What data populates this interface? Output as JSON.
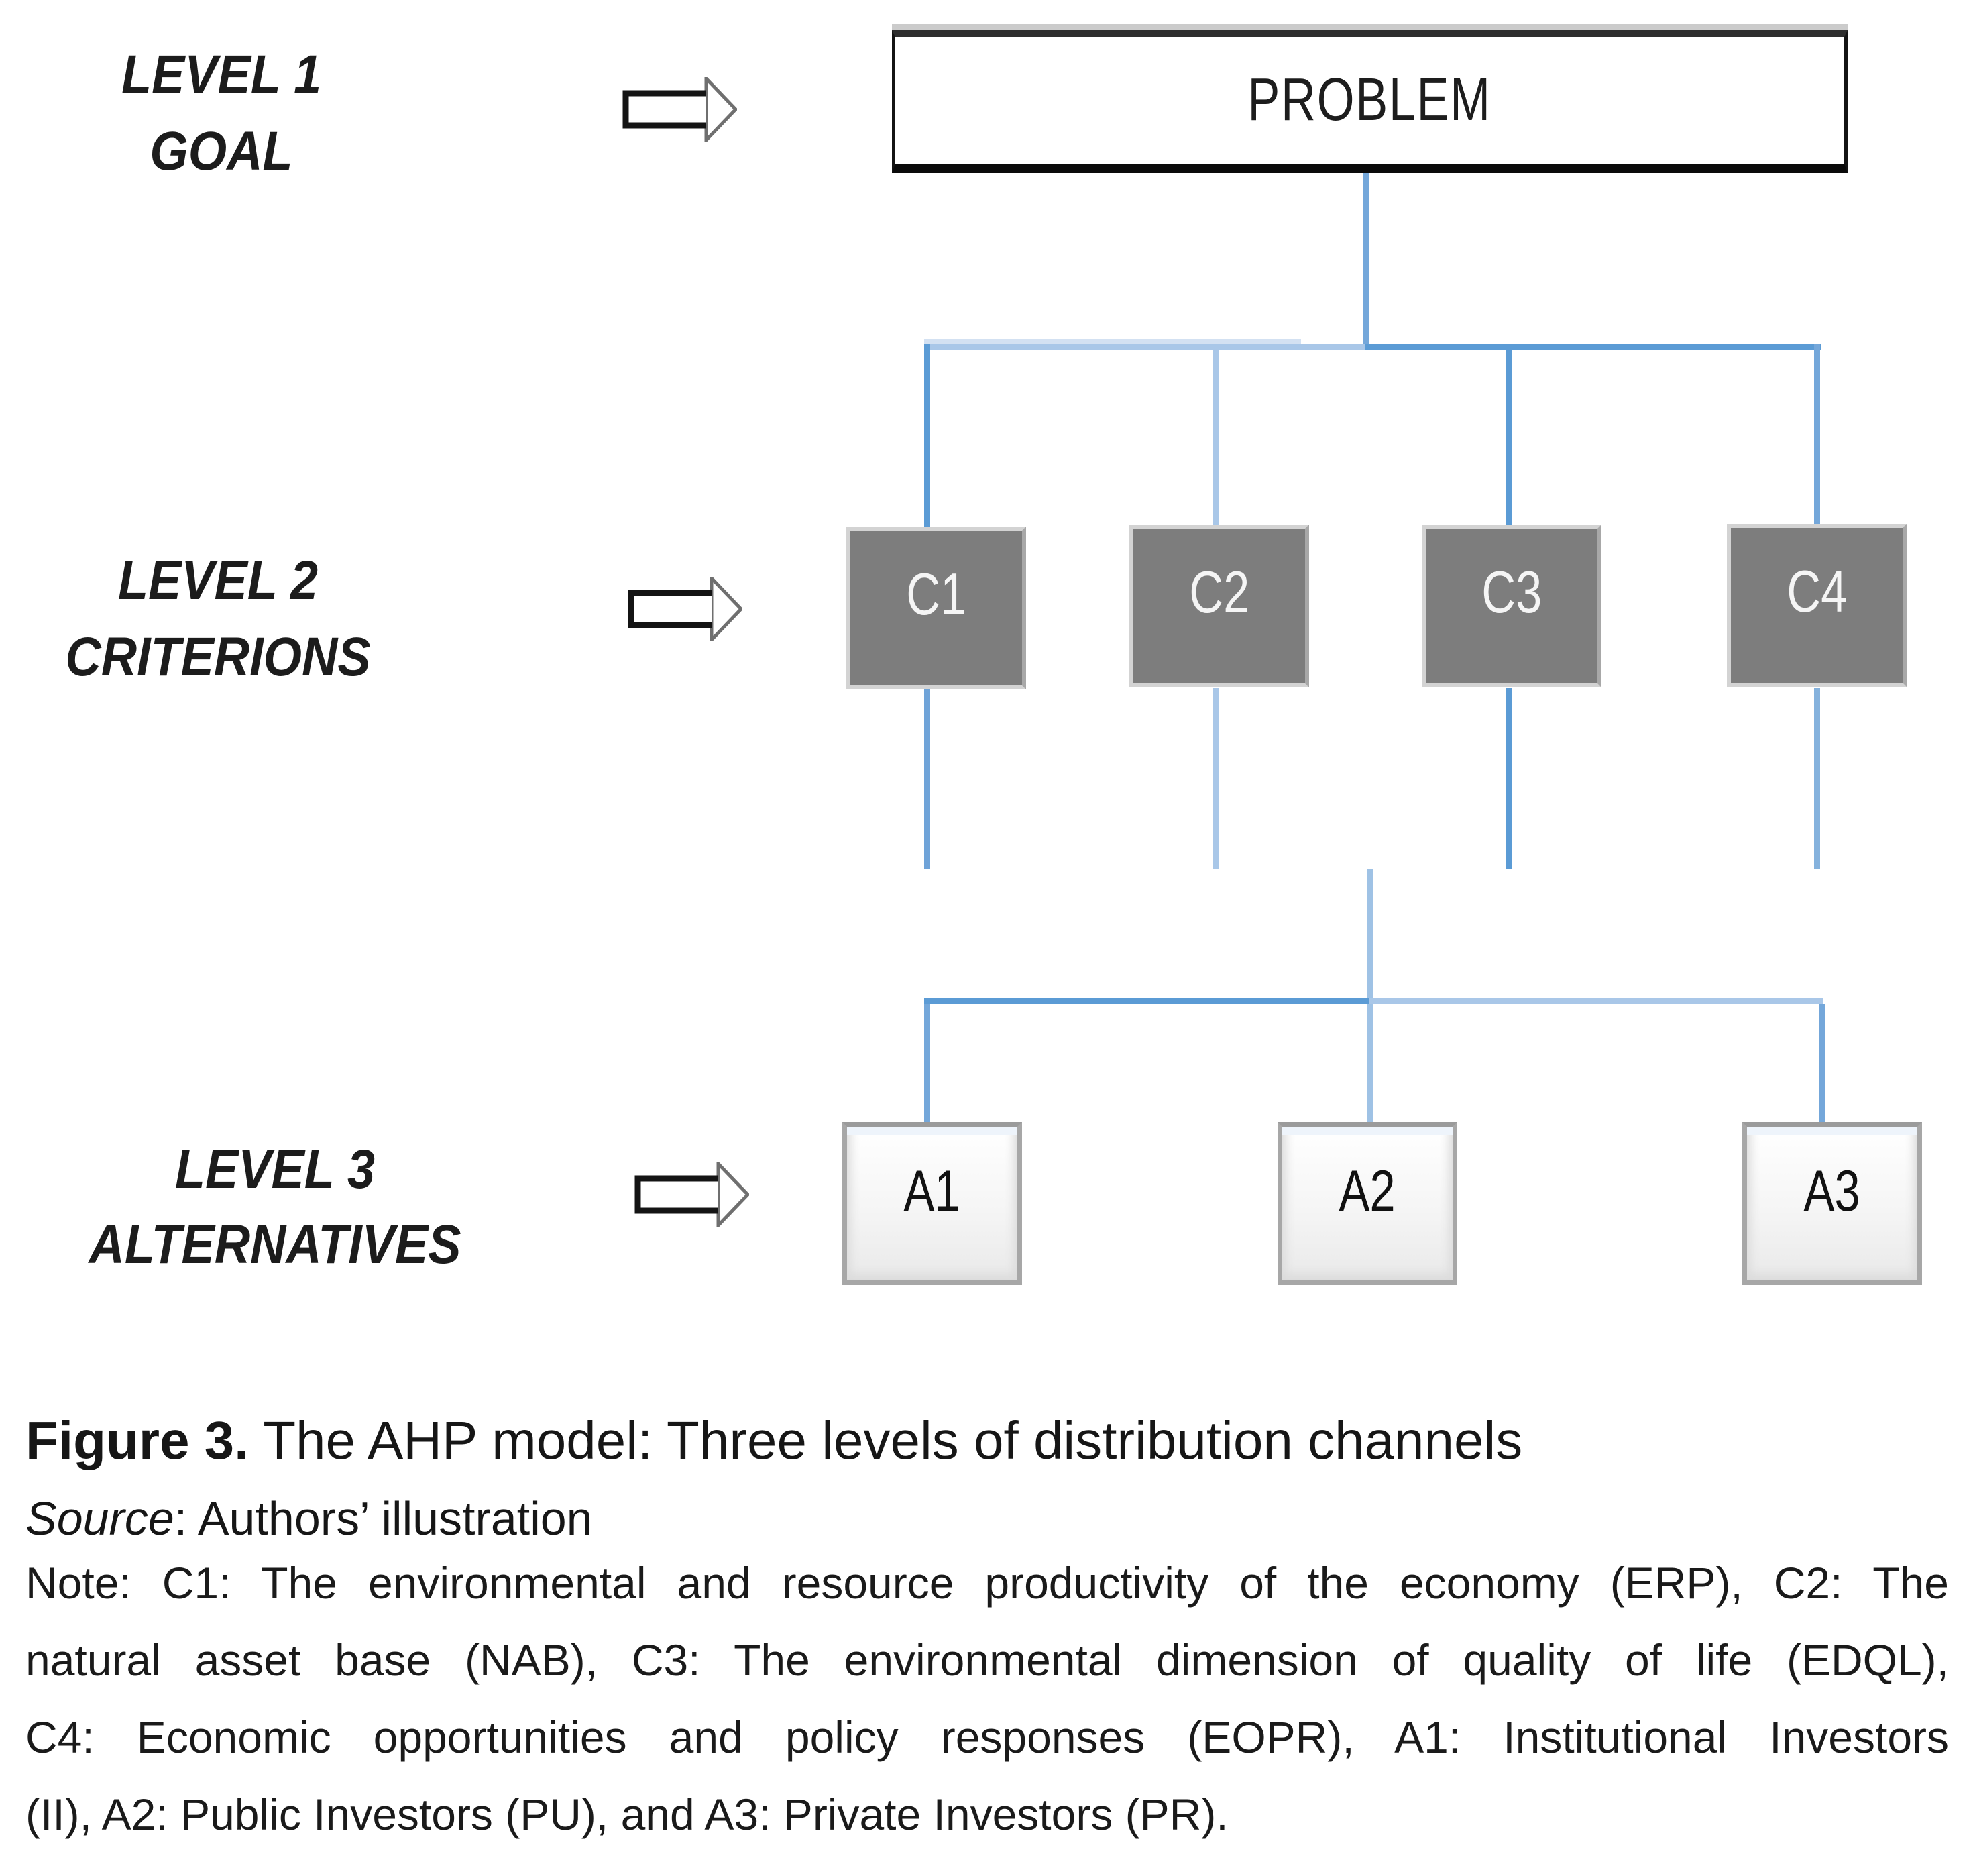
{
  "figure": {
    "levels": [
      {
        "line1": "LEVEL 1",
        "line2": "GOAL"
      },
      {
        "line1": "LEVEL 2",
        "line2": "CRITERIONS"
      },
      {
        "line1": "LEVEL 3",
        "line2": "ALTERNATIVES"
      }
    ],
    "goal_box_label": "PROBLEM",
    "criteria": [
      "C1",
      "C2",
      "C3",
      "C4"
    ],
    "alternatives": [
      "A1",
      "A2",
      "A3"
    ]
  },
  "caption": {
    "figure_label": "Figure 3.",
    "title": " The AHP model: Three levels of distribution channels",
    "source_label": "Source",
    "source_text": ": Authors’ illustration",
    "note_lines": [
      "Note: C1: The environmental and resource productivity of the economy (ERP), C2: The",
      "natural asset base (NAB), C3: The environmental dimension of quality of life (EDQL),",
      "C4: Economic opportunities and policy responses (EOPR), A1: Institutional Investors",
      "(II), A2: Public Investors (PU), and A3: Private Investors (PR)."
    ]
  },
  "colors": {
    "connector_dark_blue": "#5B9BD5",
    "connector_medium_blue": "#74A7DA",
    "connector_light_blue": "#A9C7E8",
    "connector_pale_blue": "#D3E1F2",
    "criterion_fill_gray": "#7D7D7D",
    "criterion_border_gray": "#D3D3D3",
    "alternative_border_gray": "#A7A7A7",
    "goal_border_black": "#141414"
  }
}
